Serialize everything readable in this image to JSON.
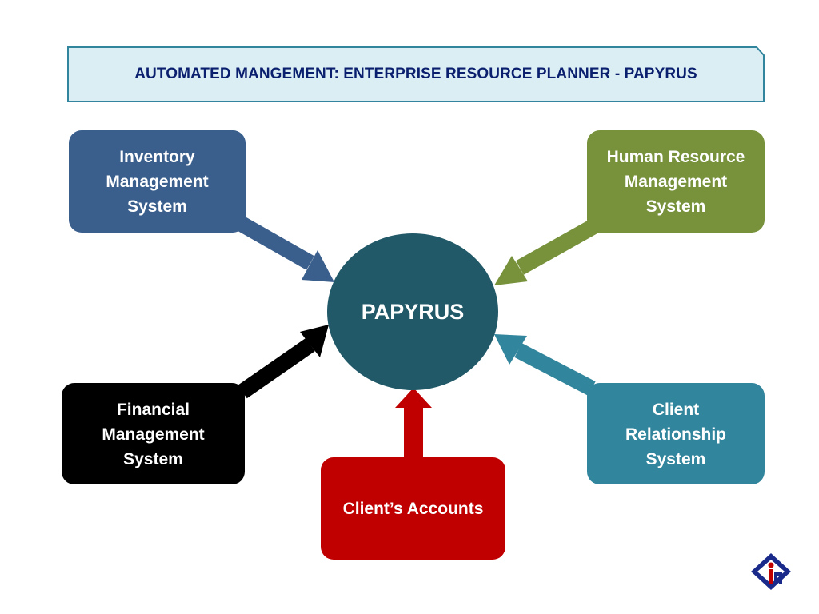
{
  "title": "AUTOMATED MANGEMENT: ENTERPRISE RESOURCE PLANNER - PAPYRUS",
  "hub": {
    "label": "PAPYRUS",
    "color": "#215968"
  },
  "nodes": {
    "inventory": {
      "lines": [
        "Inventory",
        "Management",
        "System"
      ],
      "color": "#3a5f8d"
    },
    "hr": {
      "lines": [
        "Human Resource",
        "Management",
        "System"
      ],
      "color": "#77923b"
    },
    "financial": {
      "lines": [
        "Financial",
        "Management",
        "System"
      ],
      "color": "#000000"
    },
    "crm": {
      "lines": [
        "Client",
        "Relationship",
        "System"
      ],
      "color": "#31859c"
    },
    "accounts": {
      "lines": [
        "Client’s Accounts"
      ],
      "color": "#c00000"
    }
  },
  "logo": {
    "icon": "im-logo-icon",
    "colors": [
      "#1a2a8a",
      "#c00000"
    ]
  }
}
